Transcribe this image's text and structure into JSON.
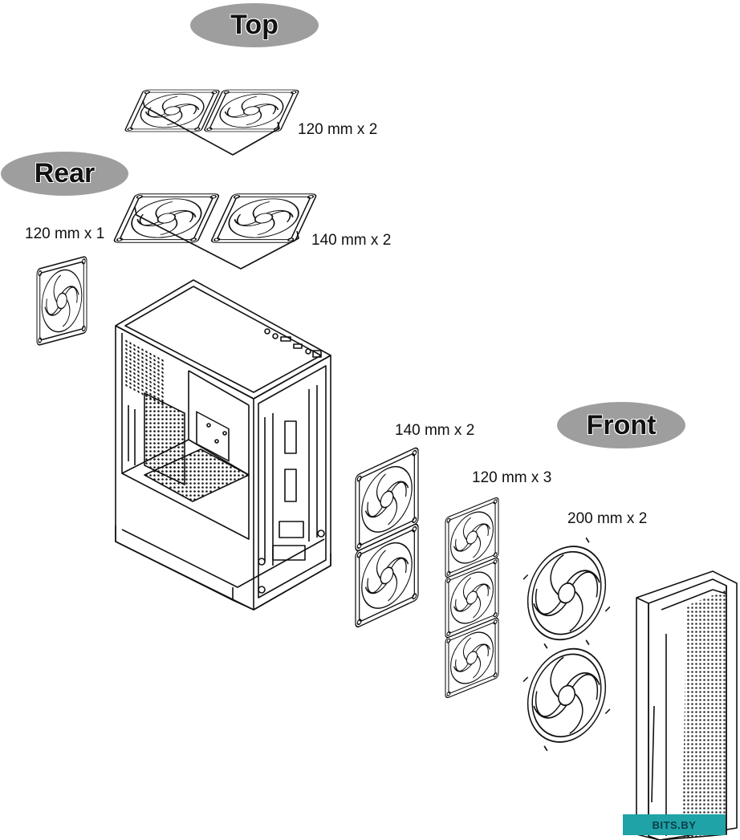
{
  "labels": {
    "top": "Top",
    "rear": "Rear",
    "front": "Front"
  },
  "specs": {
    "top_120": "120 mm x 2",
    "top_140": "140 mm x 2",
    "rear_120": "120 mm x 1",
    "front_140": "140 mm x 2",
    "front_120": "120 mm x 3",
    "front_200": "200 mm x 2"
  },
  "watermark": "BITS.BY",
  "colors": {
    "pill": "#9e9e9e",
    "line": "#111111",
    "watermark_bg": "#1fa3a6"
  }
}
